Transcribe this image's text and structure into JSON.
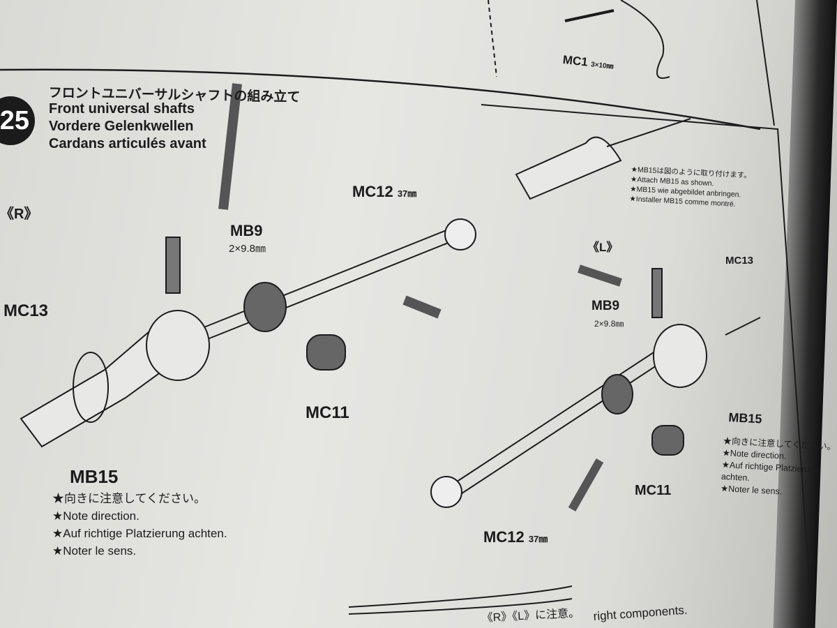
{
  "step": {
    "number": "25",
    "title_ja": "フロントユニバーサルシャフトの組み立て",
    "title_en": "Front universal shafts",
    "title_de": "Vordere Gelenkwellen",
    "title_fr": "Cardans articulés avant"
  },
  "top_part": {
    "label": "MC1",
    "size": "3×10㎜"
  },
  "right_side": {
    "label": "《R》",
    "mc12": "MC12",
    "mc12_size": "37㎜",
    "mb9": "MB9",
    "mb9_size": "2×9.8㎜",
    "mc13": "MC13",
    "mc11": "MC11",
    "mb15": "MB15",
    "notes": [
      "★向きに注意してください。",
      "★Note direction.",
      "★Auf richtige Platzierung achten.",
      "★Noter le sens."
    ]
  },
  "left_side": {
    "label": "《L》",
    "mc13": "MC13",
    "mb9": "MB9",
    "mb9_size": "2×9.8㎜",
    "mb15": "MB15",
    "mc11": "MC11",
    "mc12": "MC12",
    "mc12_size": "37㎜",
    "notes": [
      "★向きに注意してください。",
      "★Note direction.",
      "★Auf richtige Platzierung",
      "achten.",
      "★Noter le sens."
    ]
  },
  "inset_notes": [
    "★MB15は図のように取り付けます。",
    "★Attach MB15 as shown.",
    "★MB15 wie abgebildet anbringen.",
    "★Installer MB15 comme montré."
  ],
  "bottom": {
    "text_ja": "《R》《L》に注意。",
    "text_en": "right components."
  }
}
